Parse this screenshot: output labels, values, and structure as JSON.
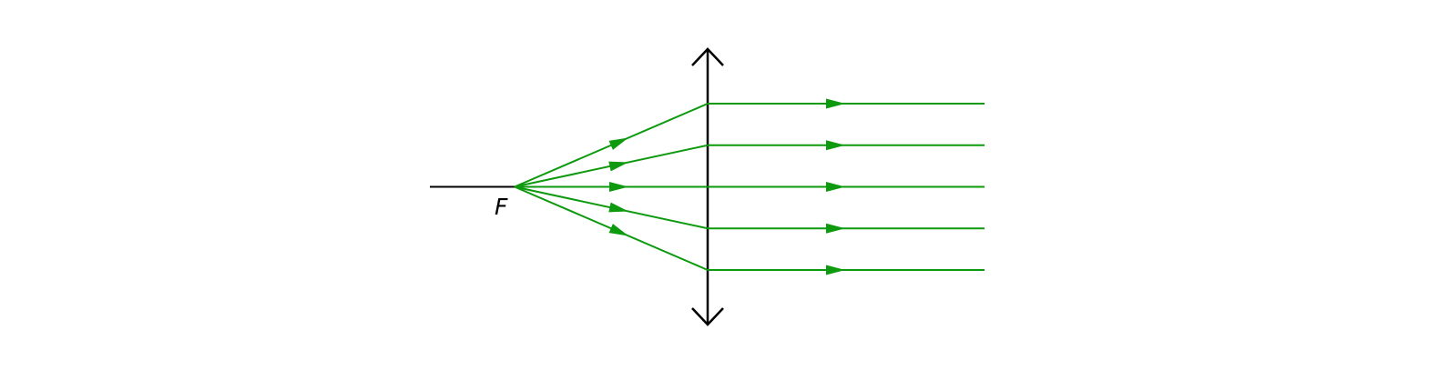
{
  "diagram": {
    "focus_label": "F",
    "colors": {
      "ray": "#0e9a0e",
      "lens": "#000000",
      "axis": "#000000",
      "background": "#ffffff"
    },
    "lens_type": "converging",
    "ray_count": 5
  }
}
